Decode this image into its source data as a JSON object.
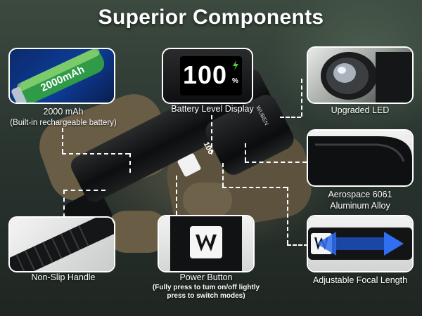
{
  "title": "Superior Components",
  "flashlight": {
    "brand_text": "WUBEN",
    "display_digits": "100"
  },
  "callouts": {
    "battery": {
      "label": "2000 mAh",
      "sublabel": "(Built-in rechargeable battery)",
      "panel_text": "2000mAh"
    },
    "display": {
      "label": "Battery Level Display",
      "digits": "100",
      "unit": "%"
    },
    "led": {
      "label": "Upgraded LED"
    },
    "aluminum": {
      "label_line1": "Aerospace 6061",
      "label_line2": "Aluminum Alloy"
    },
    "handle": {
      "label": "Non-Slip Handle"
    },
    "power": {
      "label": "Power Button",
      "note_line1": "(Fully press to tum on/off lightly",
      "note_line2": "press to switch modes)"
    },
    "focal": {
      "label": "Adjustable Focal Length"
    }
  }
}
